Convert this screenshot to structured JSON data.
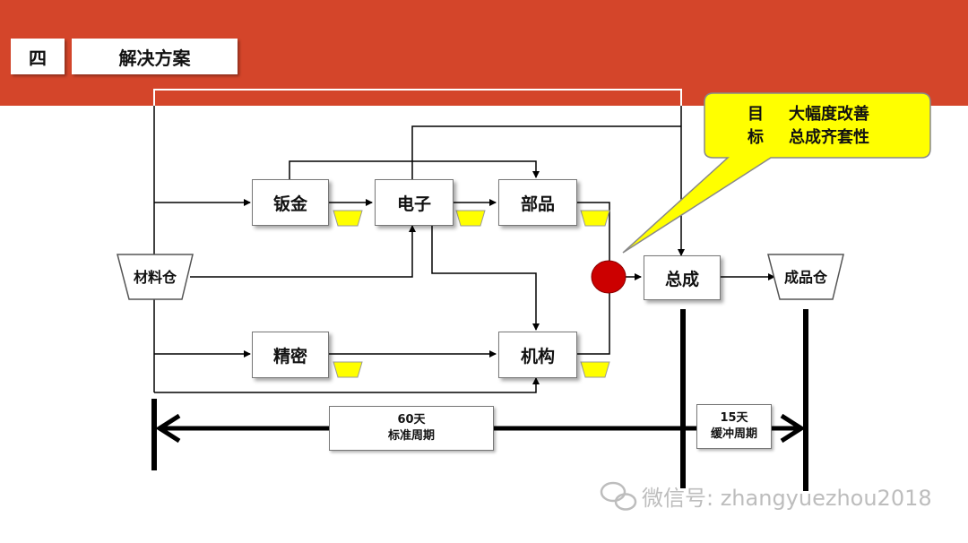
{
  "header": {
    "number": "四",
    "title": "解决方案"
  },
  "nodes": {
    "material": "材料仓",
    "sheet_metal": "钣金",
    "electronics": "电子",
    "parts": "部品",
    "precision": "精密",
    "mechanism": "机构",
    "assembly": "总成",
    "finished": "成品仓"
  },
  "callout": {
    "line1_head": "目",
    "line1_text": "大幅度改善",
    "line2_head": "标",
    "line2_text": "总成齐套性"
  },
  "timeline": {
    "standard_days": "60天",
    "standard_label": "标准周期",
    "buffer_days": "15天",
    "buffer_label": "缓冲周期"
  },
  "watermark": "微信号: zhangyuezhou2018",
  "colors": {
    "header": "#d4452a",
    "buffer": "#ffff00",
    "callout": "#ffff00",
    "join": "#cc0000"
  }
}
